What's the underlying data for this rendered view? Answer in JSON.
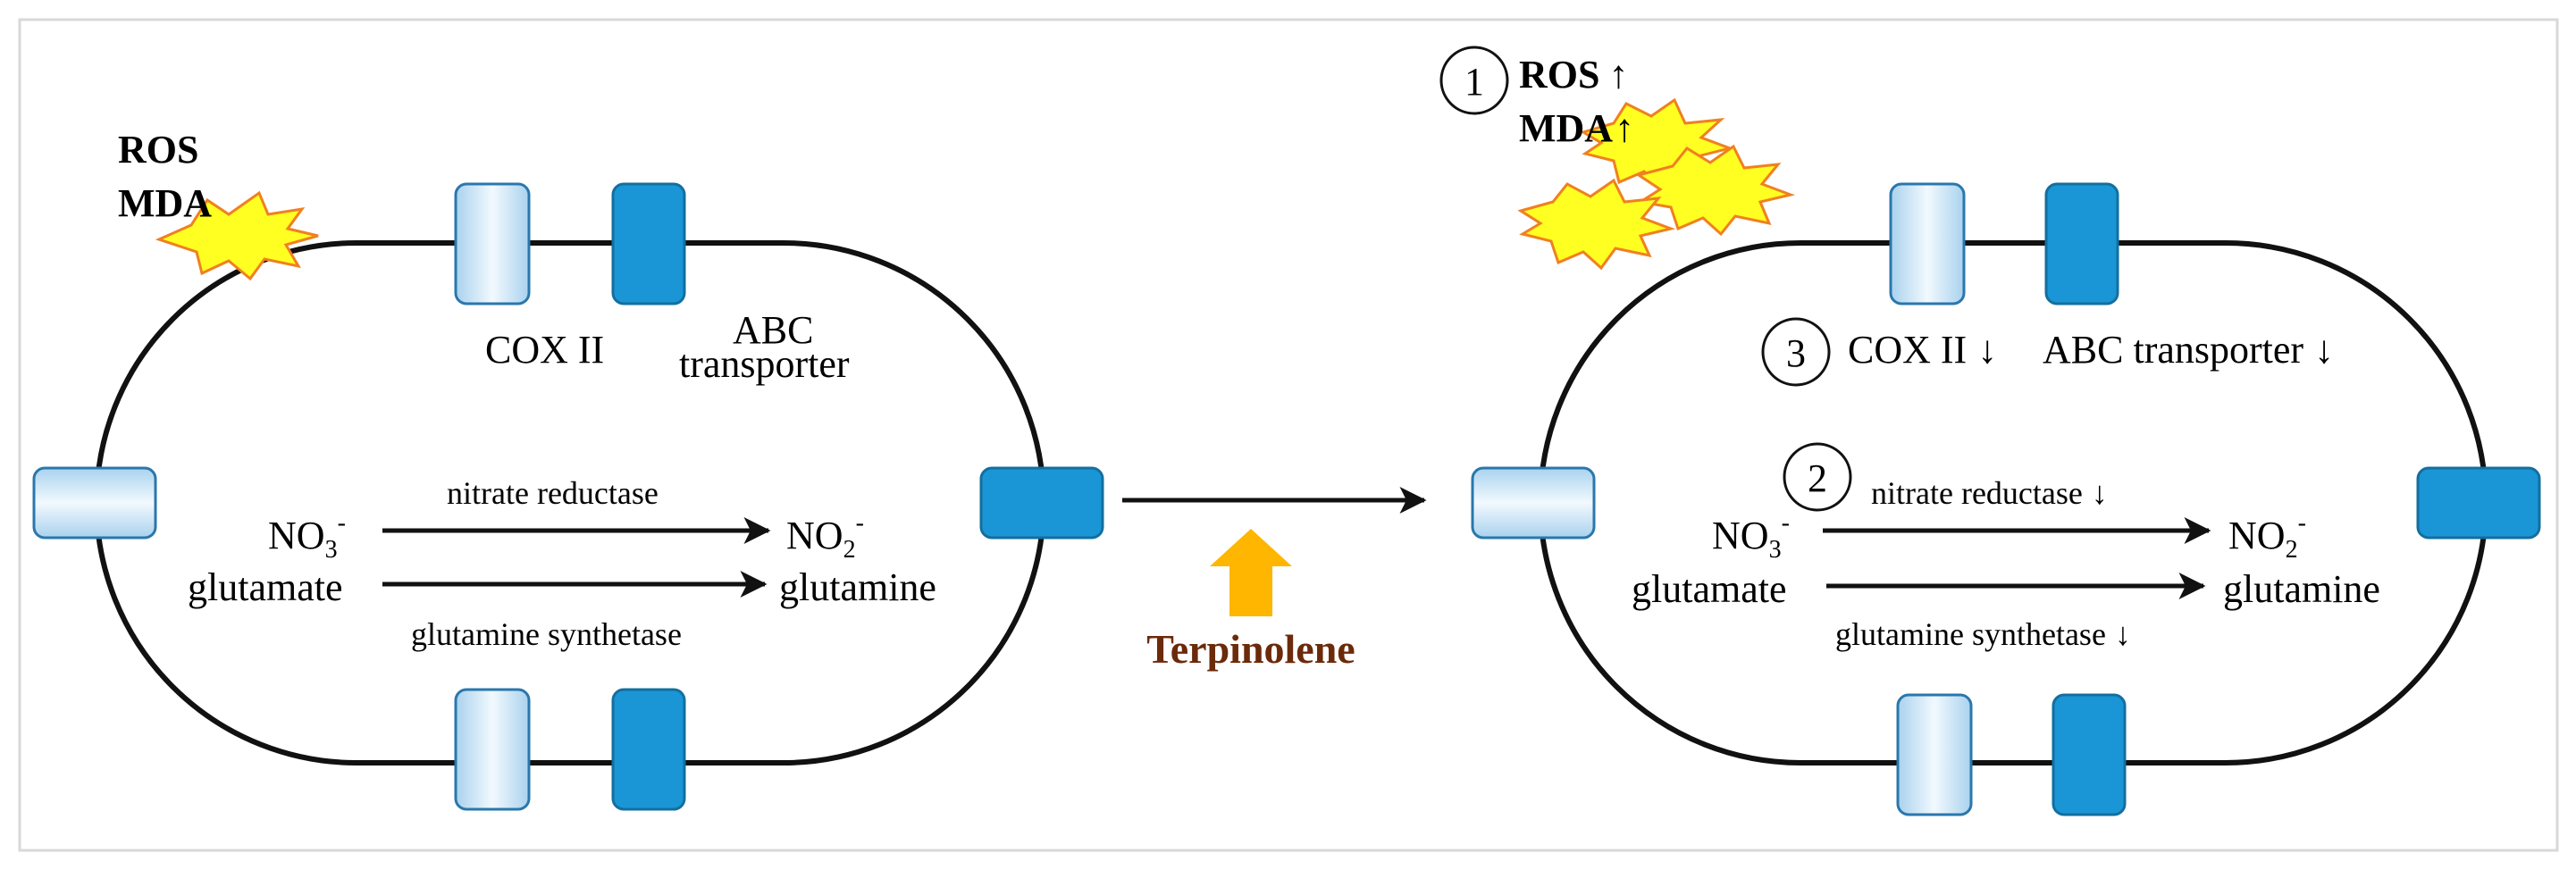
{
  "left_cell": {
    "stress_labels": [
      "ROS",
      "MDA"
    ],
    "cox_label": "COX II",
    "abc_label_line1": "ABC",
    "abc_label_line2": "transporter",
    "reaction1": {
      "substrate": "NO",
      "substrate_sub": "3",
      "substrate_sup": "-",
      "enzyme": "nitrate reductase",
      "product": "NO",
      "product_sub": "2",
      "product_sup": "-"
    },
    "reaction2": {
      "substrate": "glutamate",
      "enzyme": "glutamine synthetase",
      "product": "glutamine"
    }
  },
  "treatment": {
    "label": "Terpinolene",
    "label_color": "#6b2a0a",
    "arrow_color": "#ffb600"
  },
  "right_cell": {
    "marker1": "1",
    "marker2": "2",
    "marker3": "3",
    "ros_label": "ROS",
    "mda_label": "MDA",
    "up_arrow": "↑",
    "down_arrow": "↓",
    "cox_label": "COX II",
    "abc_label": "ABC transporter",
    "reaction1": {
      "substrate": "NO",
      "substrate_sub": "3",
      "substrate_sup": "-",
      "enzyme": "nitrate reductase",
      "product": "NO",
      "product_sub": "2",
      "product_sup": "-"
    },
    "reaction2": {
      "substrate": "glutamate",
      "enzyme": "glutamine synthetase",
      "product": "glutamine"
    }
  },
  "colors": {
    "membrane": "#111111",
    "channel_dark": "#1a96d6",
    "channel_light": "#d2e8f6",
    "burst_fill": "#ffff22",
    "burst_stroke": "#f08020",
    "frame": "#d8d8d8"
  }
}
